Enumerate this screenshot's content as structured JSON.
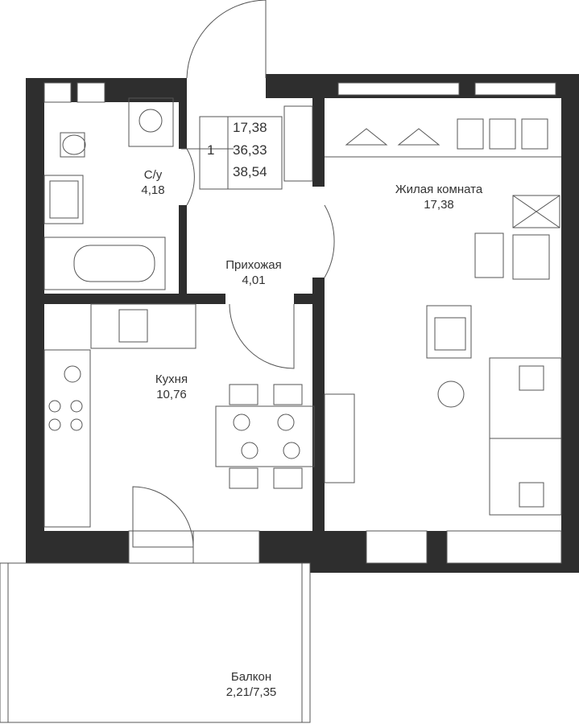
{
  "summary": {
    "rooms_count": "1",
    "living_area": "17,38",
    "total_area": "36,33",
    "total_with_balcony": "38,54"
  },
  "rooms": [
    {
      "name": "С/у",
      "area": "4,18"
    },
    {
      "name": "Прихожая",
      "area": "4,01"
    },
    {
      "name": "Жилая комната",
      "area": "17,38"
    },
    {
      "name": "Кухня",
      "area": "10,76"
    },
    {
      "name": "Балкон",
      "area": "2,21/7,35"
    }
  ],
  "colors": {
    "wall": "#2e2e2e",
    "line": "#555555"
  }
}
